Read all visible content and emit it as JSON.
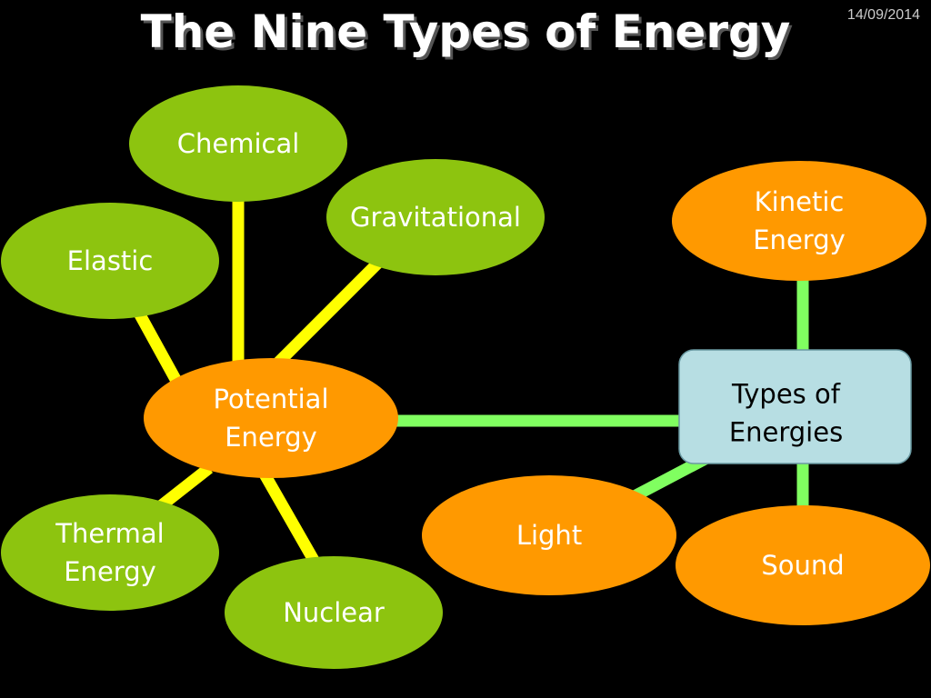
{
  "slide": {
    "title": "The Nine Types of Energy",
    "date": "14/09/2014"
  },
  "colors": {
    "background": "#000000",
    "green_node": "#8dc40f",
    "orange_node": "#ff9900",
    "hub_node": "#b7dee3",
    "yellow_connector": "#ffff00",
    "green_connector": "#80ff60"
  },
  "diagram": {
    "hub": {
      "id": "hub",
      "lines": [
        "Types of",
        "Energies"
      ]
    },
    "nodes": [
      {
        "id": "potential",
        "lines": [
          "Potential",
          "Energy"
        ]
      },
      {
        "id": "chemical",
        "lines": [
          "Chemical"
        ]
      },
      {
        "id": "gravitational",
        "lines": [
          "Gravitational"
        ]
      },
      {
        "id": "elastic",
        "lines": [
          "Elastic"
        ]
      },
      {
        "id": "thermal",
        "lines": [
          "Thermal",
          "Energy"
        ]
      },
      {
        "id": "nuclear",
        "lines": [
          "Nuclear"
        ]
      },
      {
        "id": "kinetic",
        "lines": [
          "Kinetic",
          "Energy"
        ]
      },
      {
        "id": "light",
        "lines": [
          "Light"
        ]
      },
      {
        "id": "sound",
        "lines": [
          "Sound"
        ]
      }
    ],
    "connections": [
      {
        "from": "potential",
        "to": "chemical"
      },
      {
        "from": "potential",
        "to": "gravitational"
      },
      {
        "from": "potential",
        "to": "elastic"
      },
      {
        "from": "potential",
        "to": "thermal"
      },
      {
        "from": "potential",
        "to": "nuclear"
      },
      {
        "from": "potential",
        "to": "hub"
      },
      {
        "from": "hub",
        "to": "kinetic"
      },
      {
        "from": "hub",
        "to": "light"
      },
      {
        "from": "hub",
        "to": "sound"
      }
    ]
  }
}
